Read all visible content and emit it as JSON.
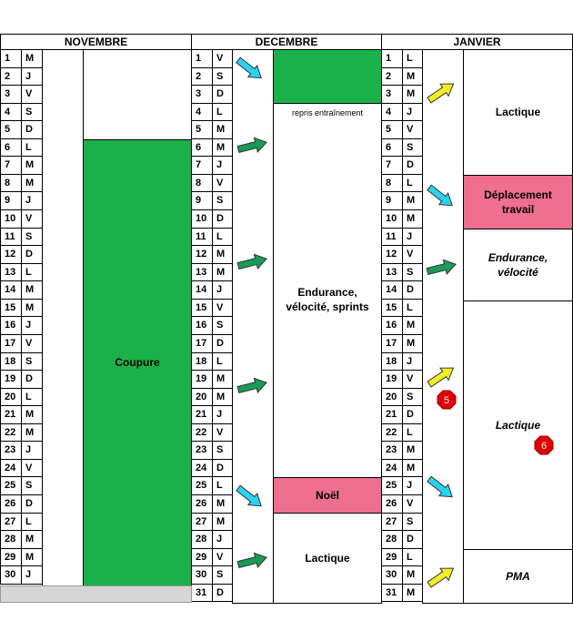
{
  "months": [
    {
      "name": "NOVEMBRE",
      "days": [
        [
          "1",
          "M"
        ],
        [
          "2",
          "J"
        ],
        [
          "3",
          "V"
        ],
        [
          "4",
          "S"
        ],
        [
          "5",
          "D"
        ],
        [
          "6",
          "L"
        ],
        [
          "7",
          "M"
        ],
        [
          "8",
          "M"
        ],
        [
          "9",
          "J"
        ],
        [
          "10",
          "V"
        ],
        [
          "11",
          "S"
        ],
        [
          "12",
          "D"
        ],
        [
          "13",
          "L"
        ],
        [
          "14",
          "M"
        ],
        [
          "15",
          "M"
        ],
        [
          "16",
          "J"
        ],
        [
          "17",
          "V"
        ],
        [
          "18",
          "S"
        ],
        [
          "19",
          "D"
        ],
        [
          "20",
          "L"
        ],
        [
          "21",
          "M"
        ],
        [
          "22",
          "M"
        ],
        [
          "23",
          "J"
        ],
        [
          "24",
          "V"
        ],
        [
          "25",
          "S"
        ],
        [
          "26",
          "D"
        ],
        [
          "27",
          "L"
        ],
        [
          "28",
          "M"
        ],
        [
          "29",
          "M"
        ],
        [
          "30",
          "J"
        ]
      ]
    },
    {
      "name": "DECEMBRE",
      "days": [
        [
          "1",
          "V"
        ],
        [
          "2",
          "S"
        ],
        [
          "3",
          "D"
        ],
        [
          "4",
          "L"
        ],
        [
          "5",
          "M"
        ],
        [
          "6",
          "M"
        ],
        [
          "7",
          "J"
        ],
        [
          "8",
          "V"
        ],
        [
          "9",
          "S"
        ],
        [
          "10",
          "D"
        ],
        [
          "11",
          "L"
        ],
        [
          "12",
          "M"
        ],
        [
          "13",
          "M"
        ],
        [
          "14",
          "J"
        ],
        [
          "15",
          "V"
        ],
        [
          "16",
          "S"
        ],
        [
          "17",
          "D"
        ],
        [
          "18",
          "L"
        ],
        [
          "19",
          "M"
        ],
        [
          "20",
          "M"
        ],
        [
          "21",
          "J"
        ],
        [
          "22",
          "V"
        ],
        [
          "23",
          "S"
        ],
        [
          "24",
          "D"
        ],
        [
          "25",
          "L"
        ],
        [
          "26",
          "M"
        ],
        [
          "27",
          "M"
        ],
        [
          "28",
          "J"
        ],
        [
          "29",
          "V"
        ],
        [
          "30",
          "S"
        ],
        [
          "31",
          "D"
        ]
      ]
    },
    {
      "name": "JANVIER",
      "days": [
        [
          "1",
          "L"
        ],
        [
          "2",
          "M"
        ],
        [
          "3",
          "M"
        ],
        [
          "4",
          "J"
        ],
        [
          "5",
          "V"
        ],
        [
          "6",
          "S"
        ],
        [
          "7",
          "D"
        ],
        [
          "8",
          "L"
        ],
        [
          "9",
          "M"
        ],
        [
          "10",
          "M"
        ],
        [
          "11",
          "J"
        ],
        [
          "12",
          "V"
        ],
        [
          "13",
          "S"
        ],
        [
          "14",
          "D"
        ],
        [
          "15",
          "L"
        ],
        [
          "16",
          "M"
        ],
        [
          "17",
          "M"
        ],
        [
          "18",
          "J"
        ],
        [
          "19",
          "V"
        ],
        [
          "20",
          "S"
        ],
        [
          "21",
          "D"
        ],
        [
          "22",
          "L"
        ],
        [
          "23",
          "M"
        ],
        [
          "24",
          "M"
        ],
        [
          "25",
          "J"
        ],
        [
          "26",
          "V"
        ],
        [
          "27",
          "S"
        ],
        [
          "28",
          "D"
        ],
        [
          "29",
          "L"
        ],
        [
          "30",
          "M"
        ],
        [
          "31",
          "M"
        ]
      ]
    }
  ],
  "blocks": {
    "nov_coupure": "Coupure",
    "dec_repris": "repris entraînement",
    "dec_endurance": "Endurance, vélocité, sprints",
    "dec_noel": "Noël",
    "dec_lactique": "Lactique",
    "jan_lactique_1": "Lactique",
    "jan_deplacement": "Déplacement travail",
    "jan_endurance": "Endurance, vélocité",
    "jan_lactique_2": "Lactique",
    "jan_pma": "PMA"
  },
  "badges": {
    "b5": "5",
    "b6": "6"
  },
  "colors": {
    "green": "#1bb14a",
    "pink": "#ee6f90",
    "cyan": "#29d3f0",
    "darkgreen": "#1a9a57",
    "yellow": "#f4ec27",
    "badge": "#e00000"
  }
}
